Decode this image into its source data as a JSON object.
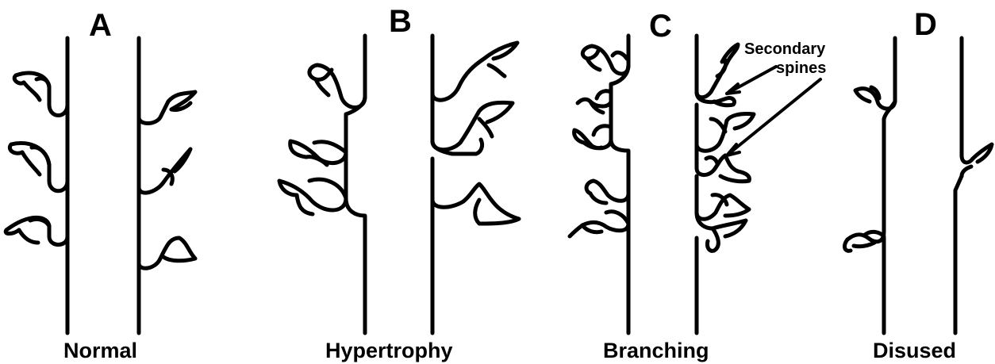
{
  "panels": [
    {
      "letter": "A",
      "caption": "Normal"
    },
    {
      "letter": "B",
      "caption": "Hypertrophy"
    },
    {
      "letter": "C",
      "caption": "Branching"
    },
    {
      "letter": "D",
      "caption": "Disused"
    }
  ],
  "annotation": {
    "line1": "Secondary",
    "line2": "spines"
  },
  "colors": {
    "ink": "#000000",
    "background": "#ffffff"
  }
}
